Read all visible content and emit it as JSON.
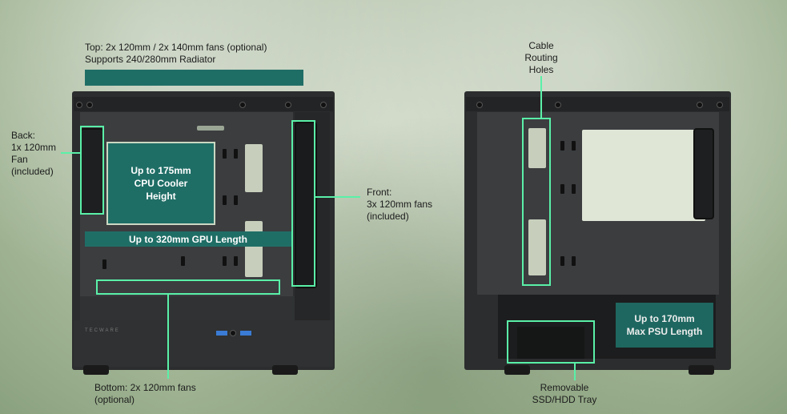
{
  "labels": {
    "top": "Top: 2x 120mm / 2x 140mm fans (optional)\nSupports 240/280mm Radiator",
    "back": "Back:\n1x 120mm\nFan\n(included)",
    "front": "Front:\n3x 120mm fans\n(included)",
    "bottom": "Bottom: 2x 120mm fans\n(optional)",
    "cable": "Cable\nRouting\nHoles",
    "tray": "Removable\nSSD/HDD Tray"
  },
  "callouts": {
    "cpu": "Up to 175mm\nCPU Cooler\nHeight",
    "gpu": "Up to 320mm GPU Length",
    "psu": "Up to 170mm\nMax PSU Length"
  },
  "brand": "TECWARE",
  "colors": {
    "accent": "#5af0a8",
    "teal": "#1f6e66",
    "case": "#2b2d2e"
  }
}
